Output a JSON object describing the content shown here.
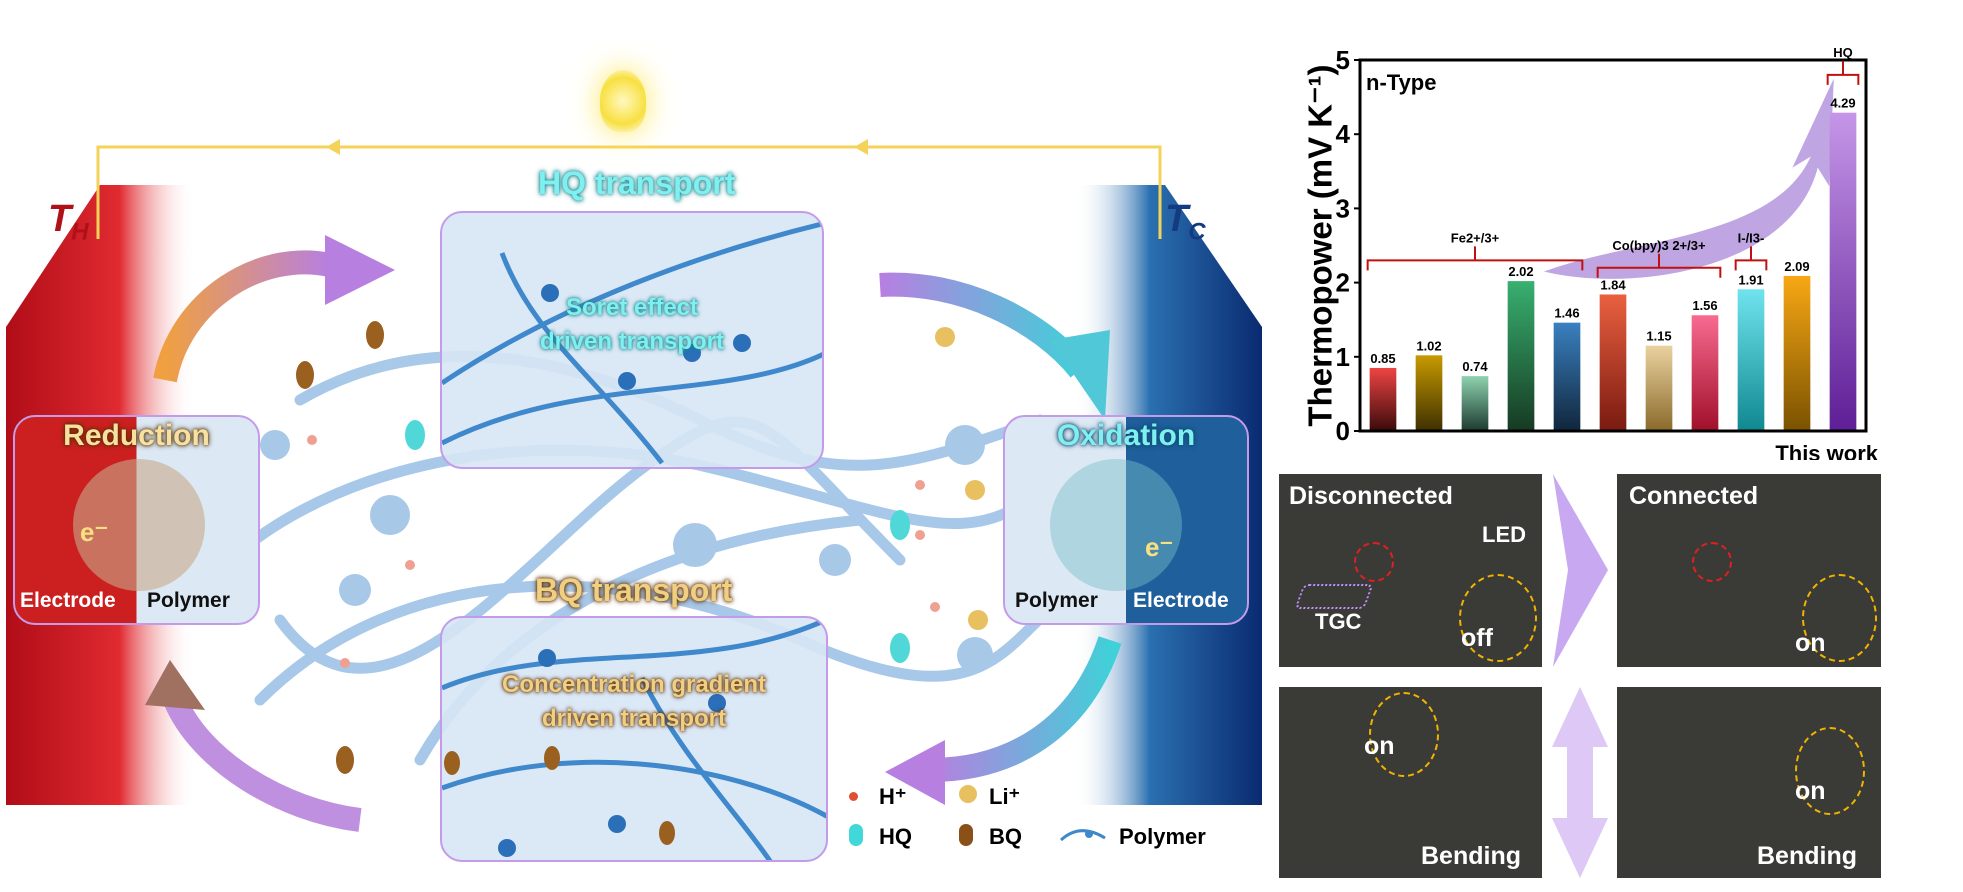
{
  "diagram": {
    "hot_label": "T",
    "hot_sub": "H",
    "cold_label": "T",
    "cold_sub": "C",
    "hq_transport": "HQ transport",
    "soret_line1": "Soret effect",
    "soret_line2": "driven transport",
    "bq_transport": "BQ transport",
    "conc_line1": "Concentration gradient",
    "conc_line2": "driven transport",
    "reduction": "Reduction",
    "oxidation": "Oxidation",
    "electron": "e⁻",
    "electrode": "Electrode",
    "polymer": "Polymer",
    "legend": {
      "h": "H⁺",
      "li": "Li⁺",
      "hq": "HQ",
      "bq": "BQ",
      "polymer": "Polymer"
    },
    "colors": {
      "hot": "#d0202a",
      "cold": "#1a5fa0",
      "circuit": "#f5d35a",
      "box_border": "#c49be8"
    }
  },
  "chart_data": {
    "type": "bar",
    "title": "n-Type",
    "xlabel": "",
    "ylabel": "Thermopower (mV K⁻¹)",
    "ylim": [
      0,
      5
    ],
    "yticks": [
      "0",
      "1",
      "2",
      "3",
      "4",
      "5"
    ],
    "values": [
      0.85,
      1.02,
      0.74,
      2.02,
      1.46,
      1.84,
      1.15,
      1.56,
      1.91,
      2.09,
      4.29
    ],
    "value_labels": [
      "0.85",
      "1.02",
      "0.74",
      "2.02",
      "1.46",
      "1.84",
      "1.15",
      "1.56",
      "1.91",
      "2.09",
      "4.29"
    ],
    "colors": [
      [
        "#ee4444",
        "#3a0a0a"
      ],
      [
        "#c89a00",
        "#3e3000"
      ],
      [
        "#8fd3b0",
        "#1c3a30"
      ],
      [
        "#38b070",
        "#163a22"
      ],
      [
        "#3a80c0",
        "#10263c"
      ],
      [
        "#ea6040",
        "#7a1a10"
      ],
      [
        "#ead2a0",
        "#8a6a2a"
      ],
      [
        "#f86a90",
        "#a0102a"
      ],
      [
        "#70e4ee",
        "#108890"
      ],
      [
        "#f8a814",
        "#7a5200"
      ],
      [
        "#c596e8",
        "#5e1e96"
      ]
    ],
    "groups": [
      {
        "label": "Fe2+/3+",
        "from": 0,
        "to": 4
      },
      {
        "label": "Co(bpy)3 2+/3+",
        "from": 5,
        "to": 7
      },
      {
        "label": "I-/I3-",
        "from": 8,
        "to": 8
      },
      {
        "label": "HQ",
        "from": 10,
        "to": 10
      }
    ],
    "this_work": "This work"
  },
  "photos": [
    {
      "title": "Disconnected",
      "tags": [
        "LED",
        "TGC",
        "off"
      ]
    },
    {
      "title": "Connected",
      "tags": [
        "on"
      ]
    },
    {
      "title": "",
      "tags": [
        "on",
        "Bending"
      ]
    },
    {
      "title": "",
      "tags": [
        "on",
        "Bending"
      ]
    }
  ]
}
